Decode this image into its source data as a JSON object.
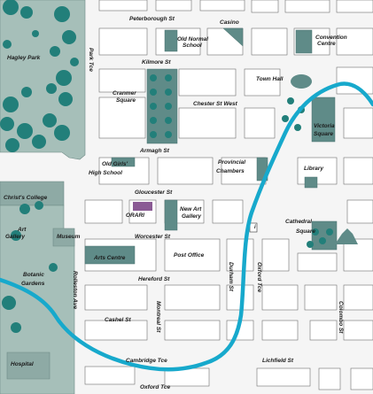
{
  "colors": {
    "park": "#a6bfb9",
    "tree": "#227f7a",
    "river": "#17a9cc",
    "block": "#ffffff",
    "block_stroke": "#6e6e6e",
    "highlight": "#5f8b88",
    "orari": "#8a5a94",
    "street": "#f2f2f2"
  },
  "labels": {
    "peterborough_st": "Peterborough St",
    "casino": "Casino",
    "old_normal_school_1": "Old Normal",
    "old_normal_school_2": "School",
    "convention_centre_1": "Convention",
    "convention_centre_2": "Centre",
    "hagley_park": "Hagley Park",
    "park_tce": "Park Tce",
    "kilmore_st": "Kilmore St",
    "town_hall": "Town Hall",
    "cranmer_square_1": "Cranmer",
    "cranmer_square_2": "Square",
    "chester_st_west": "Chester St West",
    "victoria_square_1": "Victoria",
    "victoria_square_2": "Square",
    "armagh_st": "Armagh St",
    "old_girls_high_school_1": "Old Girls'",
    "old_girls_high_school_2": "High School",
    "provincial_chambers_1": "Provincial",
    "provincial_chambers_2": "Chambers",
    "library": "Library",
    "gloucester_st": "Gloucester St",
    "christs_college": "Christ's College",
    "new_art_gallery_1": "New Art",
    "new_art_gallery_2": "Gallery",
    "orari": "ORARI",
    "cathedral_square_1": "Cathedral",
    "cathedral_square_2": "Square",
    "art_gallery_1": "Art",
    "art_gallery_2": "Gallery",
    "museum": "Museum",
    "worcester_st": "Worcester St",
    "arts_centre": "Arts Centre",
    "post_office": "Post Office",
    "botanic_gardens_1": "Botanic",
    "botanic_gardens_2": "Gardens",
    "rolleston_ave": "Rolleston Ave",
    "hereford_st": "Hereford St",
    "durham_st": "Durham St",
    "oxford_tce_vertical": "Oxford Tce",
    "cashel_st": "Cashel St",
    "montreal_st": "Montreal St",
    "colombo_st": "Colombo St",
    "hospital": "Hospital",
    "cambridge_tce": "Cambridge Tce",
    "lichfield_st": "Lichfield St",
    "oxford_tce": "Oxford Tce",
    "info_marker": "i"
  }
}
